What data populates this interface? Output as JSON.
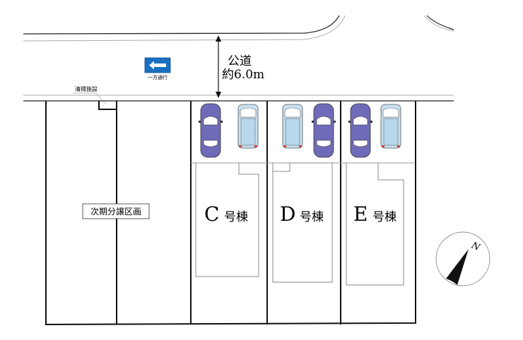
{
  "road": {
    "label": "公道",
    "width": "約6.0m"
  },
  "sign": {
    "label": "一方通行",
    "color": "#1a6fc0"
  },
  "facility": {
    "label": "清掃施設"
  },
  "future_lot": {
    "label": "次期分譲区画"
  },
  "houses": [
    {
      "letter": "C",
      "suffix": "号棟"
    },
    {
      "letter": "D",
      "suffix": "号棟"
    },
    {
      "letter": "E",
      "suffix": "号棟"
    }
  ],
  "compass": {
    "label": "N"
  },
  "colors": {
    "car_purple": "#6f6bb8",
    "car_light": "#c8e0f0"
  }
}
